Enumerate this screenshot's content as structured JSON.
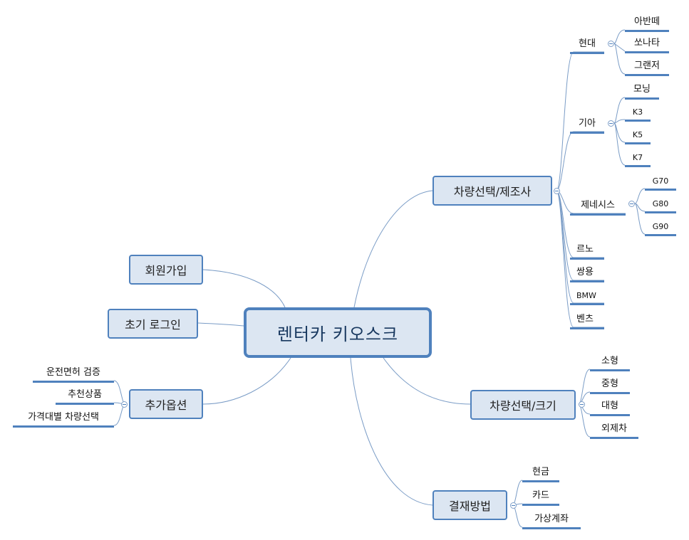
{
  "center": {
    "label": "렌터카 키오스크"
  },
  "topics": {
    "maker": {
      "label": "차량선택/제조사",
      "brands": {
        "hyundai": {
          "label": "현대",
          "models": [
            "아반떼",
            "쏘나타",
            "그랜저"
          ]
        },
        "kia": {
          "label": "기아",
          "models": [
            "모닝",
            "K3",
            "K5",
            "K7"
          ]
        },
        "genesis": {
          "label": "제네시스",
          "models": [
            "G70",
            "G80",
            "G90"
          ]
        },
        "renault": {
          "label": "르노"
        },
        "ssangyong": {
          "label": "쌍용"
        },
        "bmw": {
          "label": "BMW"
        },
        "benz": {
          "label": "벤츠"
        }
      }
    },
    "size": {
      "label": "차량선택/크기",
      "items": [
        "소형",
        "중형",
        "대형",
        "외제차"
      ]
    },
    "payment": {
      "label": "결재방법",
      "items": [
        "현금",
        "카드",
        "가상계좌"
      ]
    },
    "signup": {
      "label": "회원가입"
    },
    "login": {
      "label": "초기 로그인"
    },
    "options": {
      "label": "추가옵션",
      "items": [
        "운전면허 검증",
        "추천상품",
        "가격대별 차량선택"
      ]
    }
  },
  "colors": {
    "line": "#4f81bd",
    "fill": "#dce6f2",
    "connector": "#7a9cc6"
  }
}
